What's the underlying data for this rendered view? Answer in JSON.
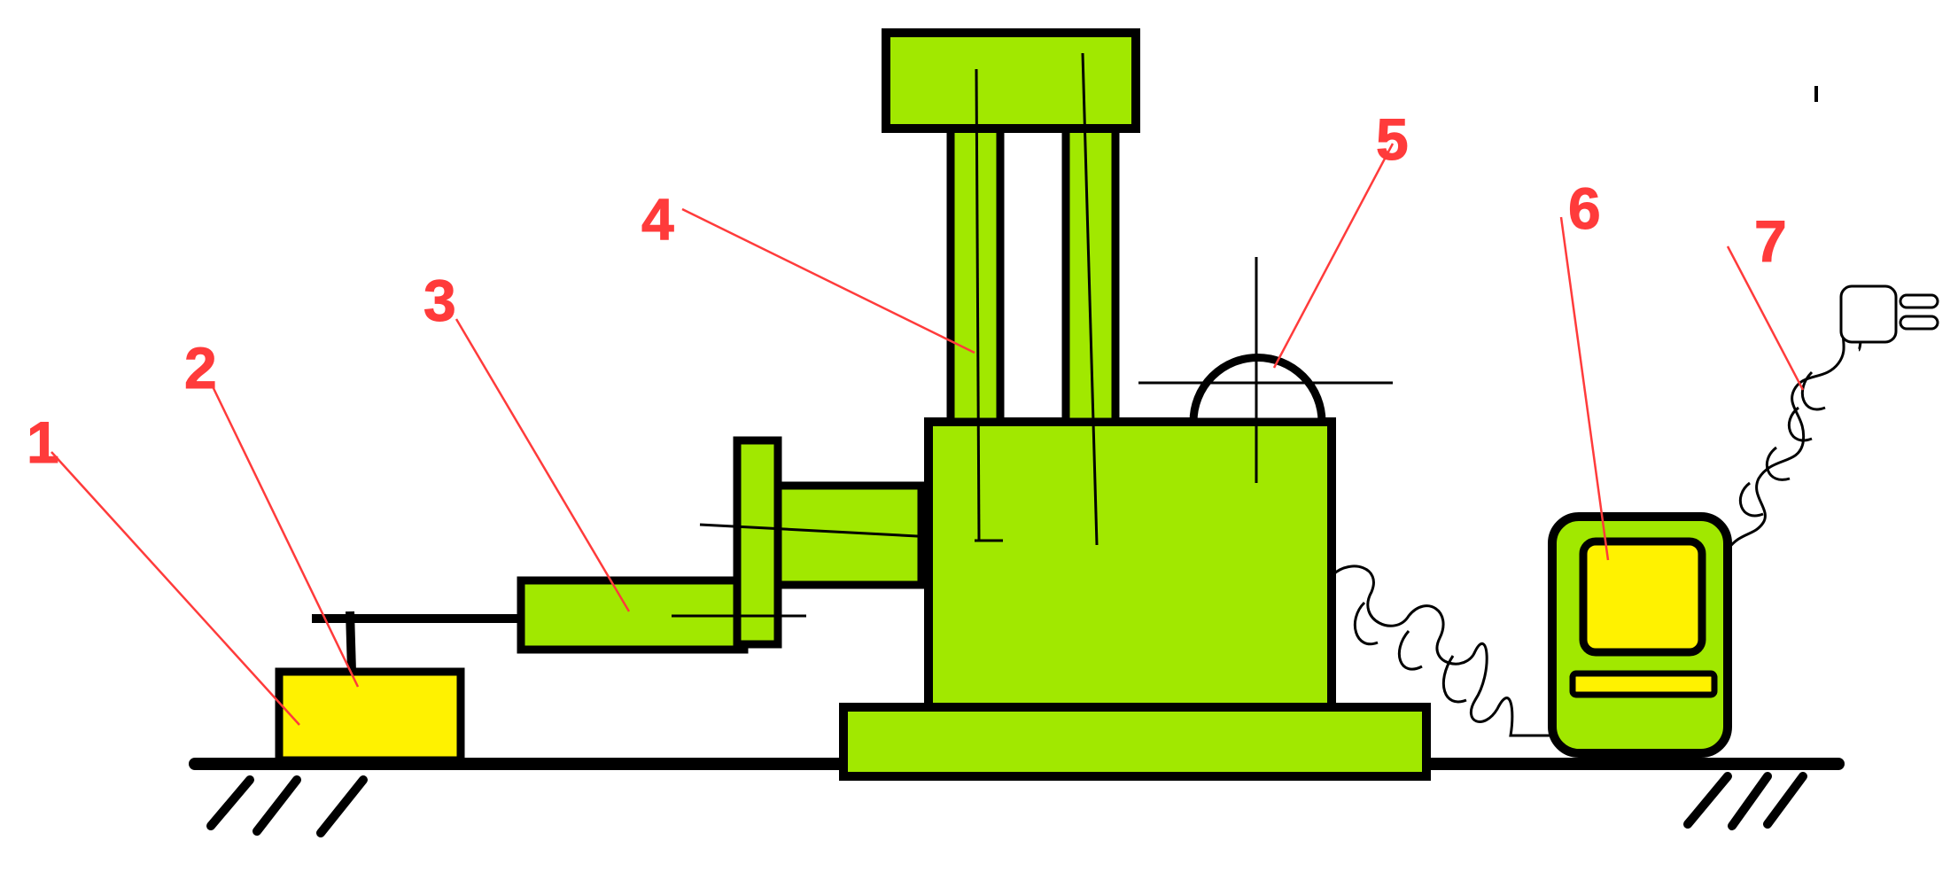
{
  "colors": {
    "machine_green": "#a1e800",
    "yellow": "#fff200",
    "outline": "#000000",
    "callout_red": "#ff3b3b",
    "background": "#ffffff"
  },
  "callouts": [
    {
      "name": "callout-1",
      "number": "1"
    },
    {
      "name": "callout-2",
      "number": "2"
    },
    {
      "name": "callout-3",
      "number": "3"
    },
    {
      "name": "callout-4",
      "number": "4"
    },
    {
      "name": "callout-5",
      "number": "5"
    },
    {
      "name": "callout-6",
      "number": "6"
    },
    {
      "name": "callout-7",
      "number": "7"
    }
  ]
}
